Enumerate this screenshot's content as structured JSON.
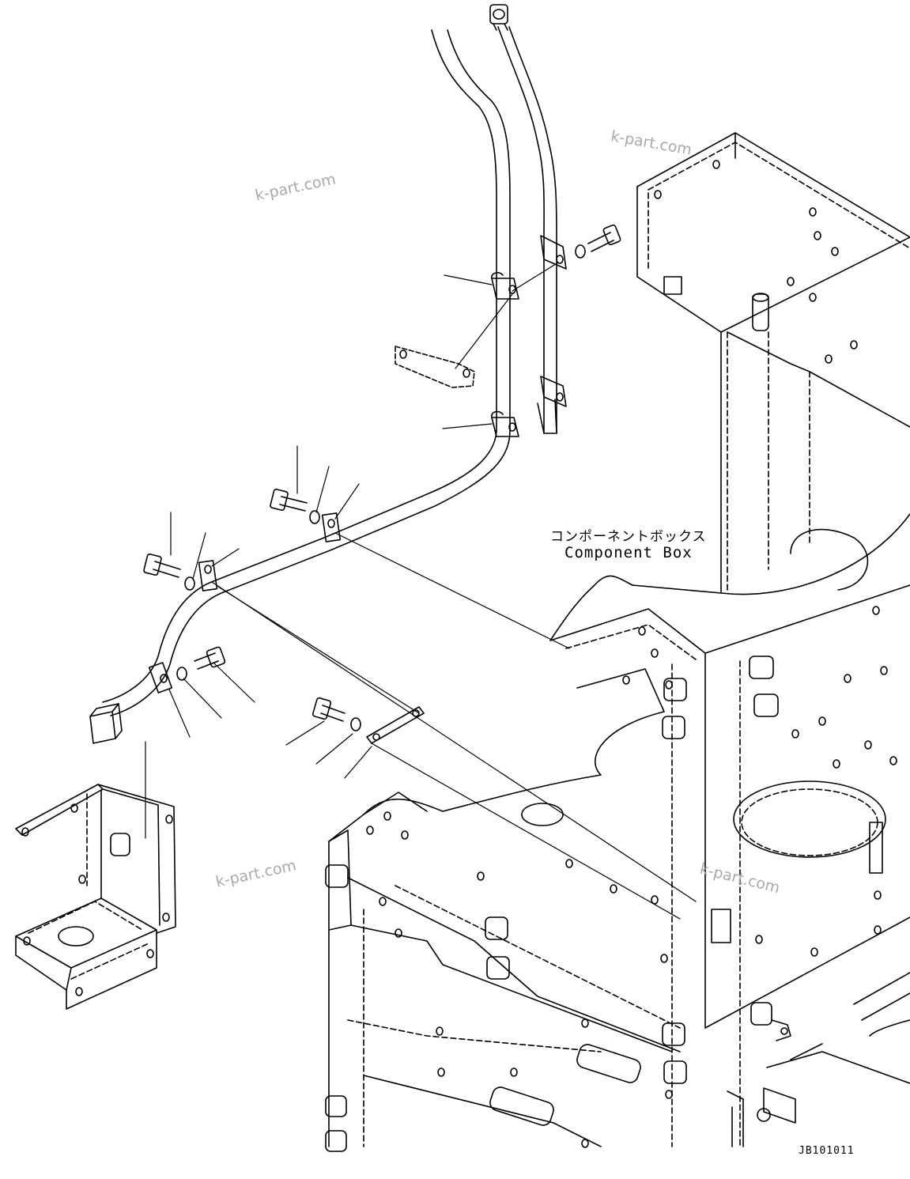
{
  "labels": {
    "component_box_jp": "コンポーネントボックス",
    "component_box_en": "Component Box",
    "drawing_code": "JB101011"
  },
  "watermarks": [
    "k-part.com",
    "k-part.com",
    "k-part.com",
    "k-part.com"
  ],
  "colors": {
    "line": "#000000",
    "watermark": "#a9a9a9",
    "background": "#ffffff"
  }
}
